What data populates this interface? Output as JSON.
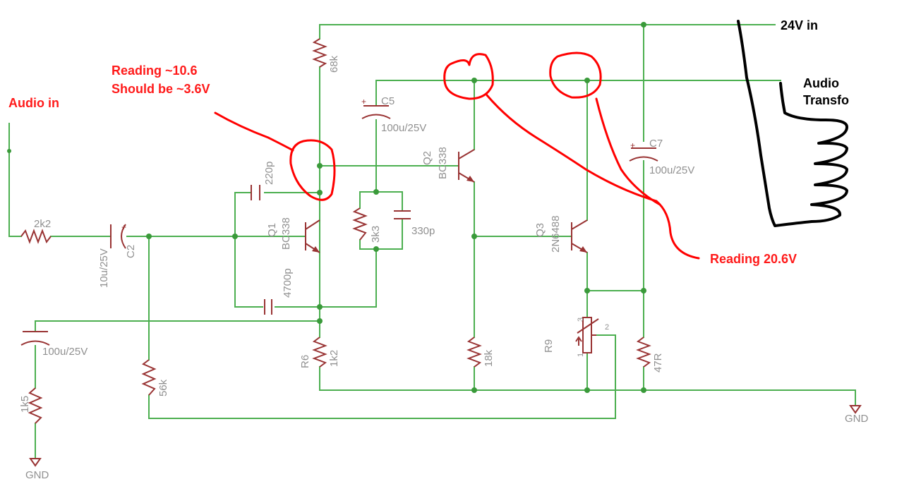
{
  "labels": {
    "supply_in": "24V in",
    "audio_in": "Audio in",
    "transformer_line1": "Audio",
    "transformer_line2": "Transfo",
    "gnd_left": "GND",
    "gnd_right": "GND"
  },
  "annotations": {
    "reading_q1_line1": "Reading  ~10.6",
    "reading_q1_line2": "Should be ~3.6V",
    "reading_q3": "Reading 20.6V"
  },
  "components": {
    "r_input": "2k2",
    "c2_name": "C2",
    "c2_value": "10u/25V",
    "c_gnd_value": "100u/25V",
    "r_gnd": "1k5",
    "r_bias": "56k",
    "r_top": "68k",
    "c_fb1": "220p",
    "c_fb2": "4700p",
    "q1_name": "Q1",
    "q1_type": "BC338",
    "r6_name": "R6",
    "r6_value": "1k2",
    "c5_name": "C5",
    "c5_value": "100u/25V",
    "r_3k3": "3k3",
    "c_330p": "330p",
    "q2_name": "Q2",
    "q2_type": "BC338",
    "r_18k": "18k",
    "q3_name": "Q3",
    "q3_type": "2N6488",
    "r9_name": "R9",
    "r9_pin3": "3",
    "r9_pin2": "2",
    "r9_pin1": "1",
    "c7_name": "C7",
    "c7_value": "100u/25V",
    "r_47r": "47R"
  }
}
